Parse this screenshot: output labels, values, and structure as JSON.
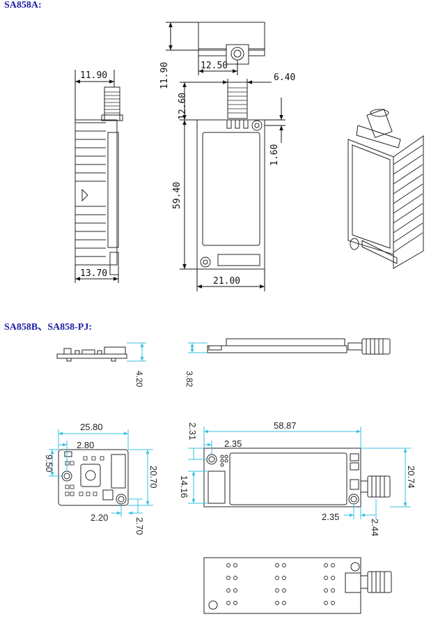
{
  "headers": {
    "a": "SA858A:",
    "b": "SA858B、SA858-PJ:"
  },
  "colors": {
    "heading": "#1a1aa6",
    "dim_dark": "#111111",
    "dim_cyan": "#35c0e0"
  },
  "sa858a_dims": {
    "d1": "11.90",
    "d2": "12.50",
    "d3": "11.90",
    "d4": "6.40",
    "d5": "12.60",
    "d6": "1.60",
    "d7": "59.40",
    "d8": "13.70",
    "d9": "21.00"
  },
  "sa858b_dims": {
    "h1": "4.20",
    "h2": "3.82",
    "w1": "25.80",
    "w2": "2.80",
    "v1": "9.50",
    "v2": "20.70",
    "w3": "2.20",
    "v3": "2.70",
    "w4": "58.87",
    "v4": "2.31",
    "w5": "2.35",
    "v5": "14.16",
    "v6": "20.74",
    "w6": "2.35",
    "v7": "2.44"
  }
}
